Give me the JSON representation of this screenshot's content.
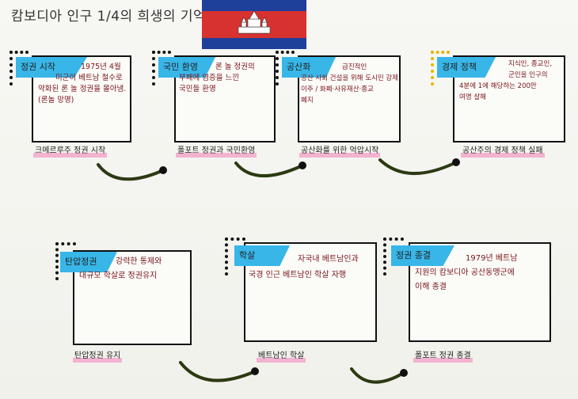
{
  "title": "캄보디아 인구 1/4의 희생의 기억",
  "colors": {
    "tag": "#38b6e8",
    "text": "#7a1418",
    "highlight": "#f3a3c8",
    "flag_blue": "#1e3f9a",
    "flag_red": "#d7322f"
  },
  "cards": [
    {
      "tag": "정권 시작",
      "lines": [
        "1975년 4월",
        "미군이 베트남 철수로",
        "약화된 론 놀 정권을 몰아냄.",
        "(론놀 망명)"
      ],
      "caption": "크메르루주 정권 시작"
    },
    {
      "tag": "국민 환영",
      "lines": [
        "론 놀 정권의",
        "부패에 염증을 느낀",
        "국민들 환영"
      ],
      "caption": "폴포트 정권과 국민환영"
    },
    {
      "tag": "공산화",
      "lines": [
        "급진적인",
        "공산 사회 건설을 위해 도시민 강제",
        "이주 / 화폐·사유재산·종교",
        "폐지"
      ],
      "caption": "공산화를 위한 억압시작"
    },
    {
      "tag": "경제 정책",
      "lines": [
        "지식인, 종교인,",
        "군인을 인구의",
        "4분에 1에 해당하는 200만",
        "여명 살해"
      ],
      "caption": "공산주의 경제 정책 실패"
    },
    {
      "tag": "탄압정권",
      "lines": [
        "강력한 통제와",
        "대규모 학살로 정권유지"
      ],
      "caption": "탄압정권 유지"
    },
    {
      "tag": "학살",
      "lines": [
        "자국내 베트남인과",
        "국경 인근 베트남인 학살 자행"
      ],
      "caption": "베트남인 학살"
    },
    {
      "tag": "정권 종결",
      "lines": [
        "1979년 베트남",
        "지원의 캄보디아 공산동맹군에",
        "이해 종결"
      ],
      "caption": "폴포트 정권 종결"
    }
  ]
}
